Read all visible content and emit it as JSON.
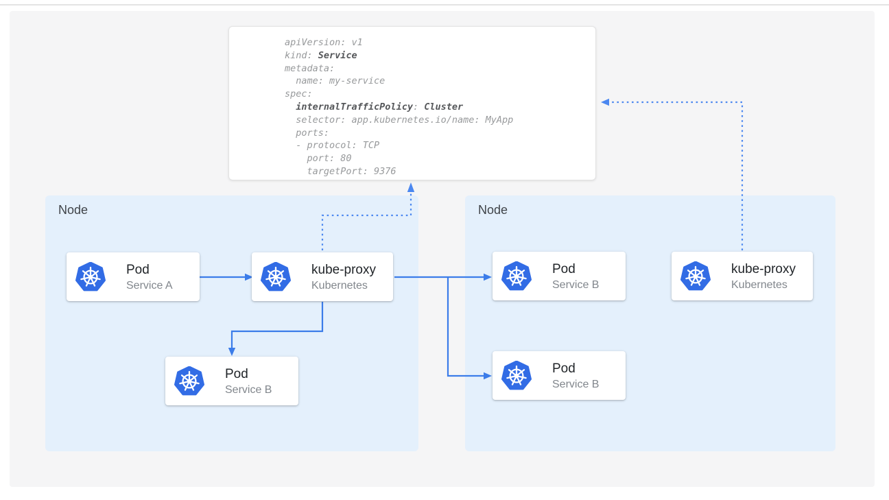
{
  "colors": {
    "accent": "#3b7ce9",
    "dotted": "#4b87f0",
    "k8sBlue": "#326ce5",
    "nodeBg": "#e4f0fc",
    "canvasBg": "#f5f5f6",
    "cardTitle": "#212529",
    "cardSubtitle": "#81868c",
    "nodeLabel": "#3f4348",
    "yamlText": "#97999b",
    "yamlBold": "#55575a",
    "border": "#e3e3e3",
    "divider": "#e4e4e4"
  },
  "yaml": {
    "lines": [
      [
        {
          "t": "apiVersion: v1"
        }
      ],
      [
        {
          "t": "kind: "
        },
        {
          "t": "Service",
          "b": true
        }
      ],
      [
        {
          "t": "metadata:"
        }
      ],
      [
        {
          "t": "  name: my-service"
        }
      ],
      [
        {
          "t": "spec:"
        }
      ],
      [
        {
          "t": "  "
        },
        {
          "t": "internalTrafficPolicy",
          "b": true
        },
        {
          "t": ": "
        },
        {
          "t": "Cluster",
          "b": true
        }
      ],
      [
        {
          "t": "  selector: app.kubernetes.io/name: MyApp"
        }
      ],
      [
        {
          "t": "  ports:"
        }
      ],
      [
        {
          "t": "  - protocol: TCP"
        }
      ],
      [
        {
          "t": "    port: 80"
        }
      ],
      [
        {
          "t": "    targetPort: 9376"
        }
      ]
    ]
  },
  "nodes": [
    {
      "label": "Node"
    },
    {
      "label": "Node"
    }
  ],
  "cards": [
    {
      "title": "Pod",
      "subtitle": "Service A"
    },
    {
      "title": "kube-proxy",
      "subtitle": "Kubernetes"
    },
    {
      "title": "Pod",
      "subtitle": "Service B"
    },
    {
      "title": "Pod",
      "subtitle": "Service B"
    },
    {
      "title": "kube-proxy",
      "subtitle": "Kubernetes"
    },
    {
      "title": "Pod",
      "subtitle": "Service B"
    }
  ],
  "icons": {
    "kubernetes_logo": "kubernetes-helm-wheel"
  }
}
